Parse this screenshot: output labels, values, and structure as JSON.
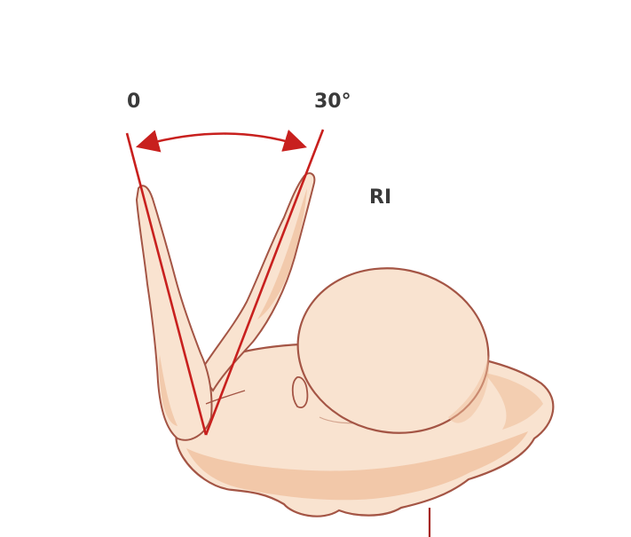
{
  "diagram": {
    "labels": {
      "start_angle": "0",
      "end_angle": "30°",
      "motion": "RI"
    },
    "colors": {
      "line": "#c8201e",
      "skin_fill": "#f9e3d0",
      "skin_shadow": "#efbf9c",
      "outline": "#a45545",
      "text": "#3a3a3a",
      "bottom_tick": "#a5231c"
    }
  }
}
